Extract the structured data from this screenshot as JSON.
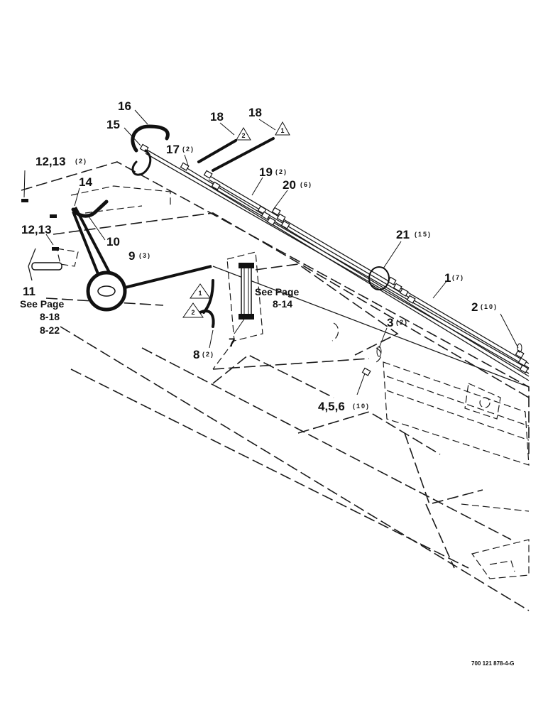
{
  "callouts": {
    "c16": "16",
    "c15": "15",
    "c18a": "18",
    "c18b": "18",
    "c17": "17",
    "c17_qty": "(2)",
    "c19": "19",
    "c19_qty": "(2)",
    "c20": "20",
    "c20_qty": "(6)",
    "c12_13_top": "12,13",
    "c12_13_top_qty": "(2)",
    "c14": "14",
    "c12_13_left": "12,13",
    "c10": "10",
    "c21": "21",
    "c21_qty": "(15)",
    "c9": "9",
    "c9_qty": "(3)",
    "c1": "1",
    "c1_qty": "(7)",
    "c11": "11",
    "c2": "2",
    "c2_qty": "(10)",
    "c3": "3",
    "c3_qty": "(2)",
    "c7": "7",
    "c8": "8",
    "c8_qty": "(2)",
    "c4_5_6": "4,5,6",
    "c4_5_6_qty": "(10)"
  },
  "references": {
    "left_see_page": "See Page",
    "left_page_a": "8-18",
    "left_page_b": "8-22",
    "mid_see_page": "See Page",
    "mid_page": "8-14"
  },
  "flags": {
    "f1_top": "1",
    "f2_top": "2",
    "f1_mid": "1",
    "f2_mid": "2"
  },
  "footer": {
    "part_number": "700 121 878-4-G"
  }
}
